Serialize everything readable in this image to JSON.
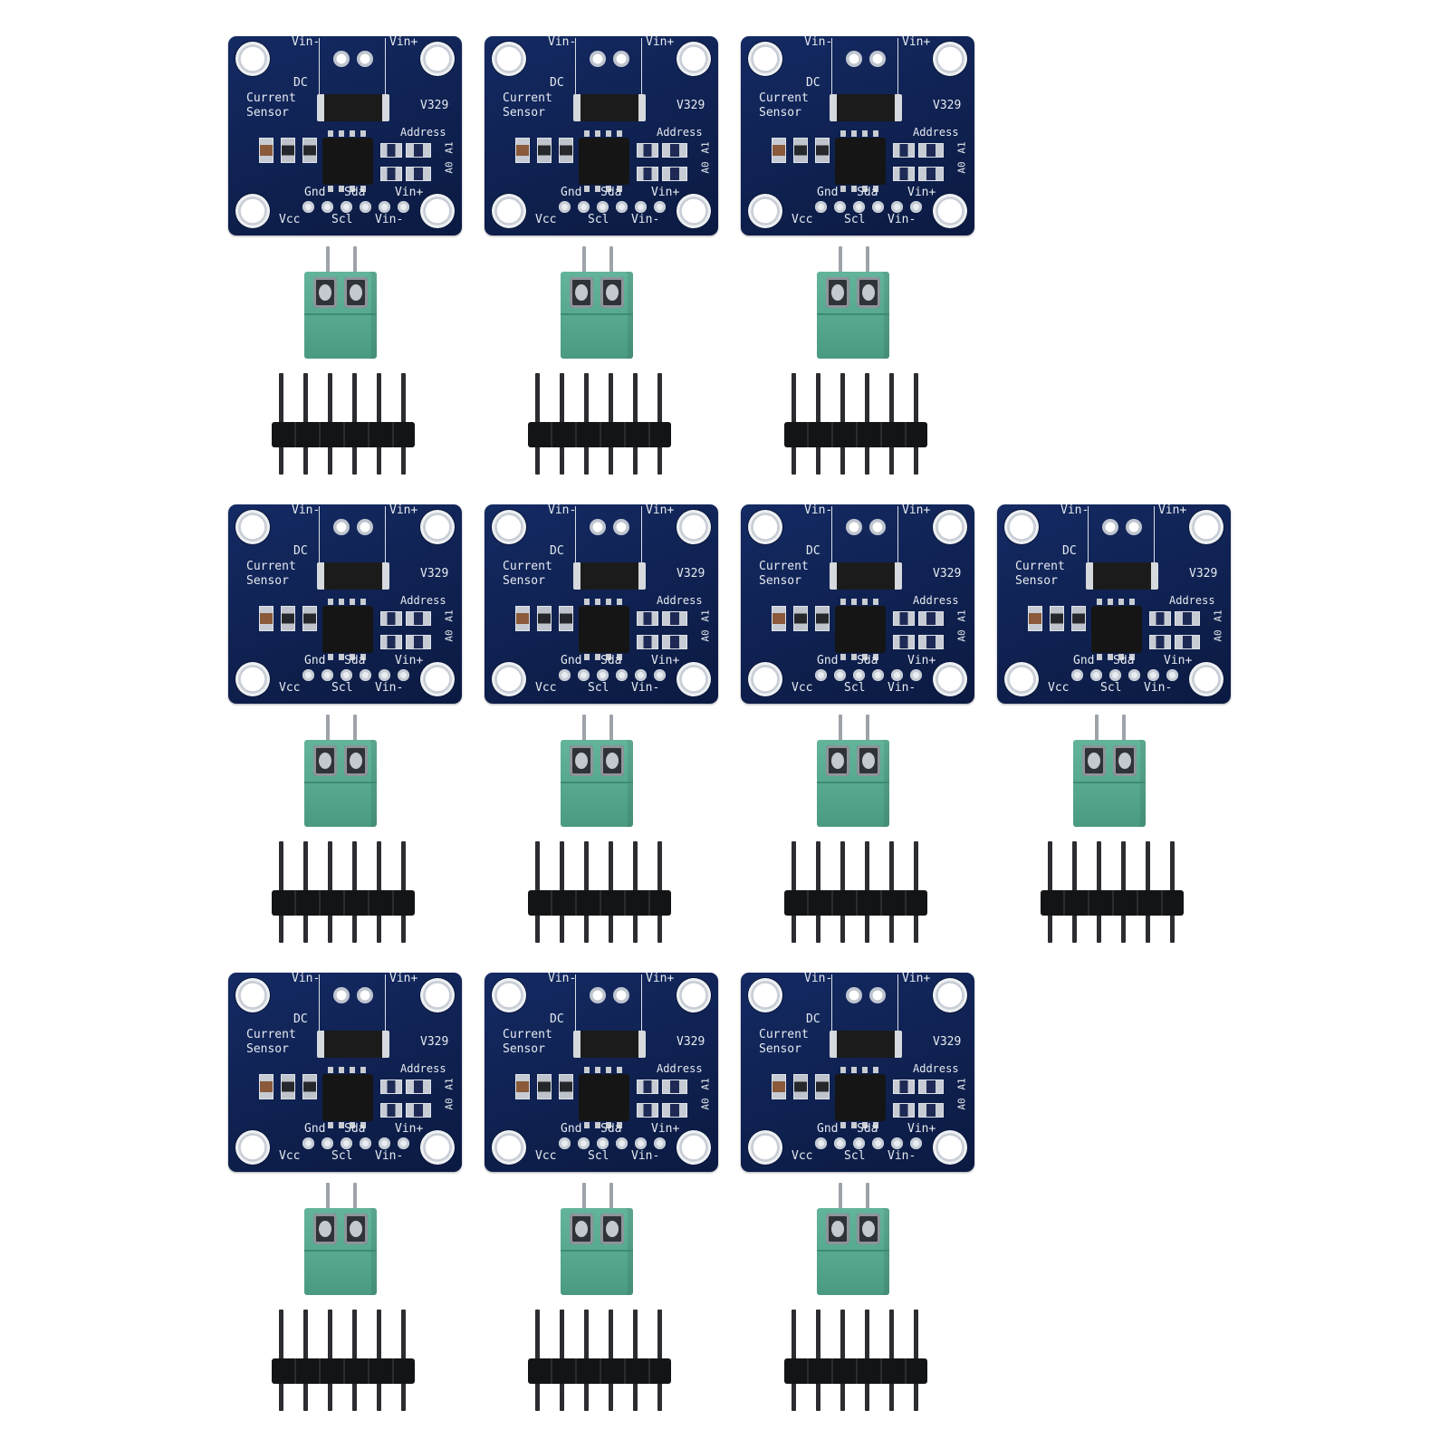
{
  "scene": {
    "kits": [
      {
        "row": 0,
        "col": 0
      },
      {
        "row": 0,
        "col": 1
      },
      {
        "row": 0,
        "col": 2
      },
      {
        "row": 1,
        "col": 0
      },
      {
        "row": 1,
        "col": 1
      },
      {
        "row": 1,
        "col": 2
      },
      {
        "row": 1,
        "col": 3
      },
      {
        "row": 2,
        "col": 0
      },
      {
        "row": 2,
        "col": 1
      },
      {
        "row": 2,
        "col": 2
      }
    ],
    "board_labels": {
      "vin_minus": "Vin-",
      "vin_plus": "Vin+",
      "dc": "DC",
      "current": "Current",
      "sensor": "Sensor",
      "version": "V329",
      "address": "Address",
      "a0": "A0",
      "a1": "A1",
      "gnd": "Gnd",
      "sda": "Sda",
      "vin_plus_bottom": "Vin+",
      "vcc": "Vcc",
      "scl": "Scl",
      "vin_minus_bottom": "Vin-"
    },
    "colors": {
      "background": "#ffffff",
      "pcb": "#0f2150",
      "terminal": "#55a78e",
      "header": "#131416"
    }
  }
}
